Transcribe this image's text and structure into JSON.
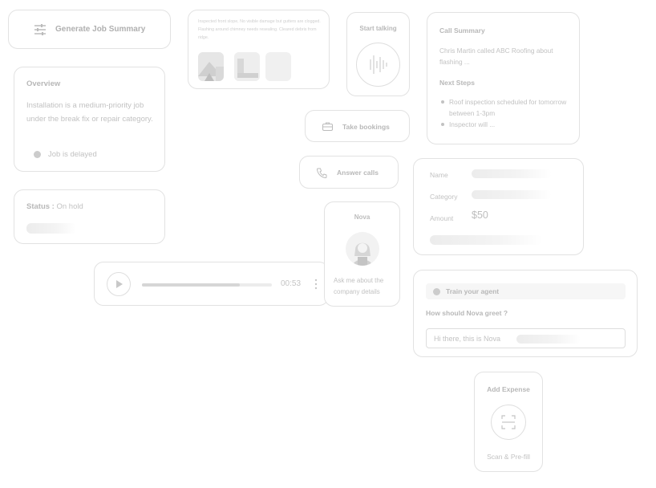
{
  "generate_summary": {
    "label": "Generate Job Summary",
    "icon": "sliders-icon"
  },
  "inspection": {
    "text": "Inspected front slope, No visible damage but gutters are clogged. Flashing around chimney needs resealing. Cleared debris from ridge."
  },
  "start_talking": {
    "label": "Start talking",
    "icon": "sound-wave-icon"
  },
  "call_summary": {
    "title": "Call Summary",
    "body": "Chris Martin called ABC Roofing about flashing ...",
    "next_steps_title": "Next Steps",
    "steps": [
      "Roof inspection scheduled for tomorrow between 1-3pm",
      "Inspector will ..."
    ]
  },
  "overview": {
    "title": "Overview",
    "body": "Installation is a medium-priority job under the break fix or repair category.",
    "alert": "Job is delayed"
  },
  "take_bookings": {
    "label": "Take bookings",
    "icon": "briefcase-icon"
  },
  "answer_calls": {
    "label": "Answer calls",
    "icon": "phone-icon"
  },
  "status": {
    "key": "Status :",
    "value": "On hold"
  },
  "job_form": {
    "name_label": "Name",
    "category_label": "Category",
    "amount_label": "Amount",
    "amount_value": "$50"
  },
  "audio_player": {
    "time": "00:53",
    "progress": 0.75
  },
  "nova": {
    "name": "Nova",
    "prompt": "Ask me about the company details"
  },
  "train_agent": {
    "banner": "Train your agent",
    "question": "How should Nova greet ?",
    "input_value": "Hi there, this is Nova"
  },
  "add_expense": {
    "title": "Add Expense",
    "action": "Scan & Pre-fill",
    "icon": "scan-icon"
  }
}
